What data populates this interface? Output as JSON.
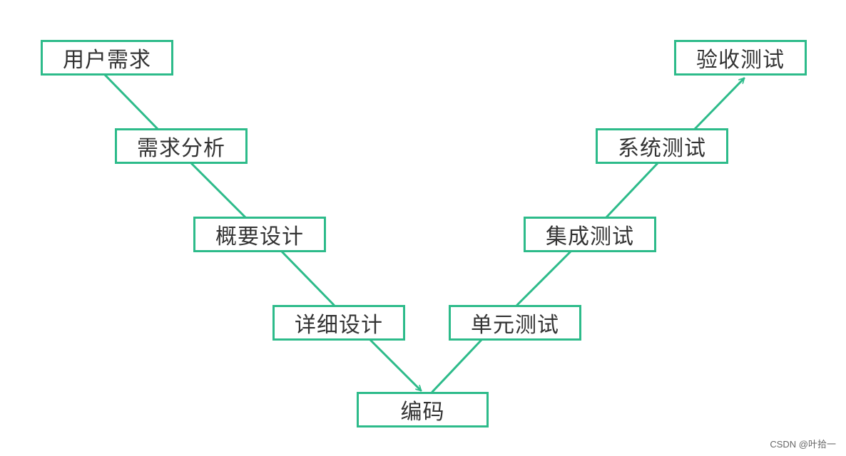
{
  "colors": {
    "accent": "#2dbb8a",
    "text": "#333333",
    "background": "#ffffff"
  },
  "nodes": {
    "user_requirements": "用户需求",
    "requirements_analysis": "需求分析",
    "high_level_design": "概要设计",
    "detailed_design": "详细设计",
    "coding": "编码",
    "unit_testing": "单元测试",
    "integration_testing": "集成测试",
    "system_testing": "系统测试",
    "acceptance_testing": "验收测试"
  },
  "watermark": "CSDN @叶拾一"
}
